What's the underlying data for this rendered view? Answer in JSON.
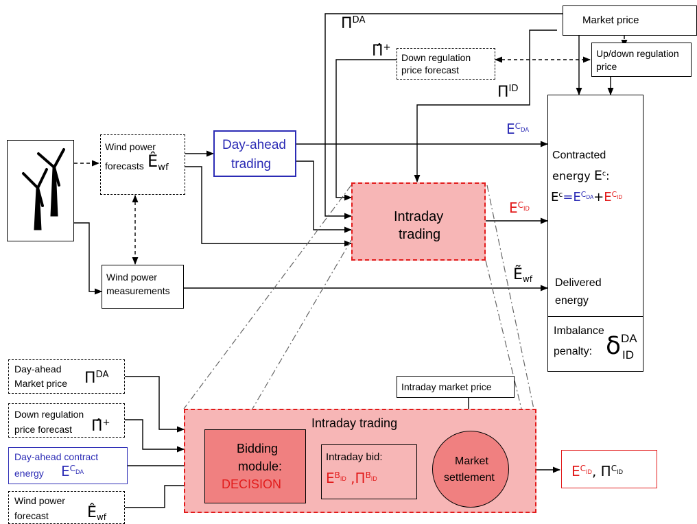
{
  "top": {
    "market_price": "Market price",
    "updown_line1": "Up/down regulation",
    "updown_line2": "price",
    "down_reg_line1": "Down regulation",
    "down_reg_line2": "price forecast",
    "wind_forecast_line1": "Wind power",
    "wind_forecast_line2": "forecasts",
    "day_ahead_line1": "Day-ahead",
    "day_ahead_line2": "trading",
    "intraday_line1": "Intraday",
    "intraday_line2": "trading",
    "measure_line1": "Wind power",
    "measure_line2": "measurements",
    "contracted_line1": "Contracted",
    "contracted_line2": "energy",
    "delivered_line1": "Delivered",
    "delivered_line2": "energy",
    "imbalance_line1": "Imbalance",
    "imbalance_line2": "penalty:"
  },
  "bottom": {
    "da_price_line1": "Day-ahead",
    "da_price_line2": "Market price",
    "down_reg_line1": "Down regulation",
    "down_reg_line2": "price forecast",
    "da_contract_line1": "Day-ahead contract",
    "da_contract_line2": "energy",
    "wind_fc_line1": "Wind power",
    "wind_fc_line2": "forecast",
    "intraday_market_price": "Intraday market price",
    "intraday_trading_title": "Intraday trading",
    "bidding_line1": "Bidding",
    "bidding_line2": "module:",
    "bidding_line3": "DECISION",
    "bid_label": "Intraday bid:",
    "settlement_line1": "Market",
    "settlement_line2": "settlement"
  },
  "symbols": {
    "pi": "Π",
    "pi_hat": "Π̂",
    "E": "E",
    "E_hat": "Ê",
    "E_tilde": "Ẽ",
    "delta": "δ",
    "plus": "+",
    "comma": ",",
    "colon": ":",
    "equals": "=",
    "DA": "DA",
    "ID": "ID",
    "C": "C",
    "c": "c",
    "B": "B",
    "wf": "wf"
  },
  "colors": {
    "red": "#e21b1b",
    "blue": "#2b2bb5",
    "pink_fill": "#f7b6b6",
    "bid_fill": "#f08383",
    "dark_box": "#f08080"
  }
}
